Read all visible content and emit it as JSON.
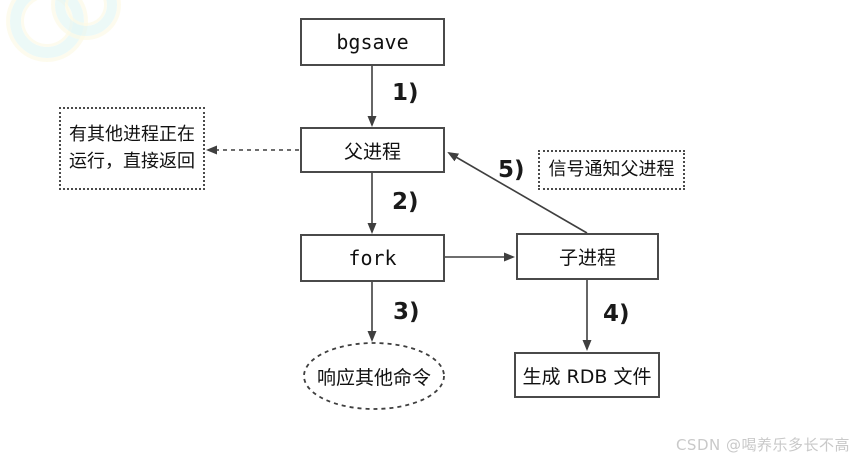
{
  "diagram": {
    "nodes": {
      "bgsave": "bgsave",
      "parent": "父进程",
      "fork": "fork",
      "child": "子进程",
      "rdb": "生成 RDB 文件",
      "respond": "响应其他命令",
      "return_note": "有其他进程正在\n运行，直接返回",
      "signal_note": "信号通知父进程"
    },
    "steps": {
      "s1": "1)",
      "s2": "2)",
      "s3": "3)",
      "s4": "4)",
      "s5": "5)"
    },
    "edges": [
      "bgsave -> parent (1)",
      "parent -> return_note (dashed, other process running)",
      "parent -> fork (2)",
      "fork -> child",
      "fork -> respond (3)",
      "child -> rdb (4)",
      "child -> parent (5, signal notify parent)"
    ]
  },
  "watermark": "CSDN @喝养乐多长不高",
  "colors": {
    "line": "#3f3f3f",
    "border": "#4a4a4a",
    "text": "#111111",
    "watermark_text": "#c9c9c9",
    "logo_ghost_cyan": "#e3f6f4",
    "logo_ghost_yellow": "#fdfae6"
  }
}
